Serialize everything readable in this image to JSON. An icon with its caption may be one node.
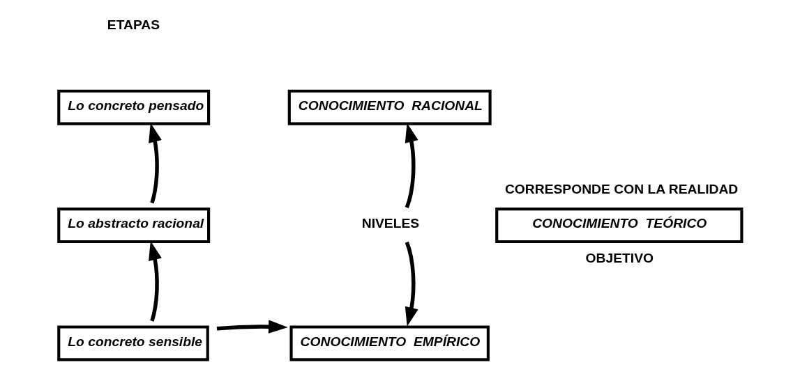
{
  "diagram": {
    "nodes": [
      {
        "text": [
          "Lo concreto pensado"
        ]
      },
      {
        "text": [
          "Lo abstracto racional"
        ]
      },
      {
        "text": [
          "Lo concreto sensible"
        ]
      },
      {
        "text": [
          "CONOCIMIENTO  RACIONAL"
        ]
      },
      {
        "text": [
          "NIVELES"
        ]
      },
      {
        "text": [
          "CONOCIMIENTO  EMPÍRICO"
        ]
      },
      {
        "text": [
          "CONOCIMIENTO  TEÓRICO"
        ],
        "beside": [
          "CORRESPONDE CON LA REALIDAD",
          "OBJETIVO"
        ]
      }
    ],
    "edges": [
      {
        "from": 1,
        "to": 0,
        "arrow": "to"
      },
      {
        "from": 2,
        "to": 1,
        "arrow": "to"
      },
      {
        "from": 4,
        "to": 3,
        "arrow": "to"
      },
      {
        "from": 4,
        "to": 5,
        "arrow": "to"
      },
      {
        "from": 2,
        "to": 5,
        "arrow": "to"
      }
    ],
    "labels": [
      "ETAPAS"
    ]
  }
}
